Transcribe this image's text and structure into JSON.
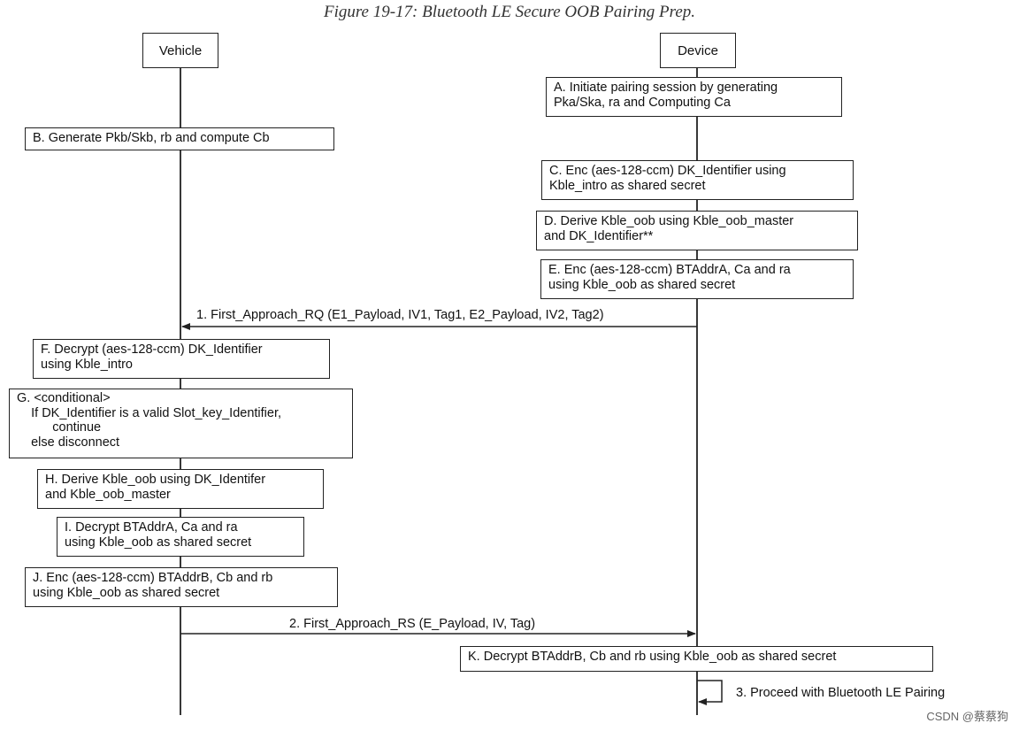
{
  "title": "Figure 19-17: Bluetooth LE Secure OOB Pairing Prep.",
  "actors": {
    "vehicle": "Vehicle",
    "device": "Device"
  },
  "steps": {
    "A": "A. Initiate pairing session by generating\nPka/Ska, ra and Computing Ca",
    "B": "B. Generate Pkb/Skb, rb and compute Cb",
    "C": "C. Enc (aes-128-ccm) DK_Identifier using\nKble_intro as shared secret",
    "D": "D. Derive Kble_oob using Kble_oob_master\nand DK_Identifier**",
    "E": "E. Enc (aes-128-ccm) BTAddrA, Ca and ra\nusing Kble_oob as shared secret",
    "F": "F. Decrypt (aes-128-ccm) DK_Identifier\nusing Kble_intro",
    "G": "G. <conditional>\n    If DK_Identifier is a valid Slot_key_Identifier,\n          continue\n    else disconnect",
    "H": "H. Derive Kble_oob using DK_Identifer\nand Kble_oob_master",
    "I": "I. Decrypt BTAddrA, Ca and ra\nusing Kble_oob as shared secret",
    "J": "J. Enc (aes-128-ccm) BTAddrB, Cb and rb\nusing Kble_oob as shared secret",
    "K": "K. Decrypt BTAddrB, Cb and rb using Kble_oob as shared secret"
  },
  "messages": {
    "m1": "1. First_Approach_RQ (E1_Payload, IV1, Tag1, E2_Payload, IV2, Tag2)",
    "m2": "2. First_Approach_RS (E_Payload, IV, Tag)",
    "m3": "3. Proceed with Bluetooth LE Pairing"
  },
  "watermark": "CSDN @蔡蔡狗"
}
